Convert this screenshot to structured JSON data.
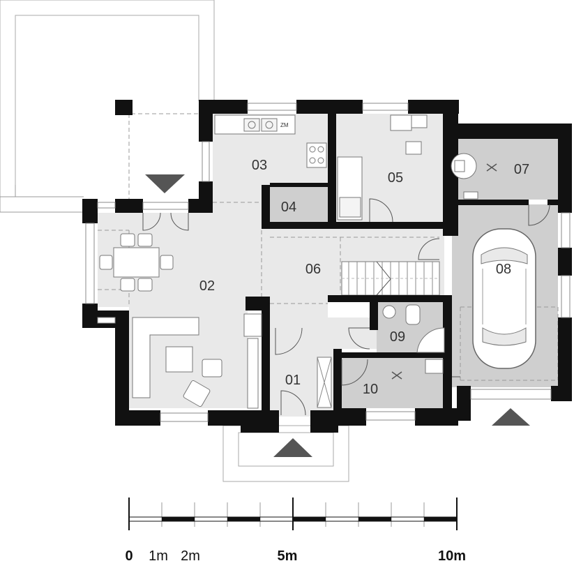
{
  "rooms": [
    {
      "id": "01",
      "label": "01"
    },
    {
      "id": "02",
      "label": "02"
    },
    {
      "id": "03",
      "label": "03"
    },
    {
      "id": "04",
      "label": "04"
    },
    {
      "id": "05",
      "label": "05"
    },
    {
      "id": "06",
      "label": "06"
    },
    {
      "id": "07",
      "label": "07"
    },
    {
      "id": "08",
      "label": "08"
    },
    {
      "id": "09",
      "label": "09"
    },
    {
      "id": "10",
      "label": "10"
    }
  ],
  "kitchen_appliance_label": "ZM",
  "scale": {
    "labels": [
      "0",
      "1m",
      "2m",
      "5m",
      "10m"
    ]
  },
  "colors": {
    "wall": "#111111",
    "floor_light": "#e9e9e9",
    "floor_dark": "#cfcfcf",
    "entrance_marker": "#555555"
  }
}
